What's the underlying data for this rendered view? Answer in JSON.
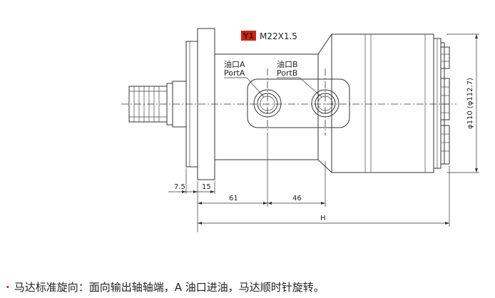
{
  "callout": {
    "badge": "Y1",
    "thread": "M22X1.5",
    "badge_color": "#d81e06"
  },
  "ports": {
    "a_cn": "油口A",
    "a_en": "PortA",
    "b_cn": "油口B",
    "b_en": "PortB"
  },
  "dimensions": {
    "d_7_5": "7.5",
    "d_15": "15",
    "d_61": "61",
    "d_46": "46",
    "d_h": "H",
    "d_dia": "φ110 (φ112.7)"
  },
  "note": {
    "bullet": "·",
    "text": "马达标准旋向：面向输出轴轴端，A 油口进油，马达顺时针旋转。"
  }
}
